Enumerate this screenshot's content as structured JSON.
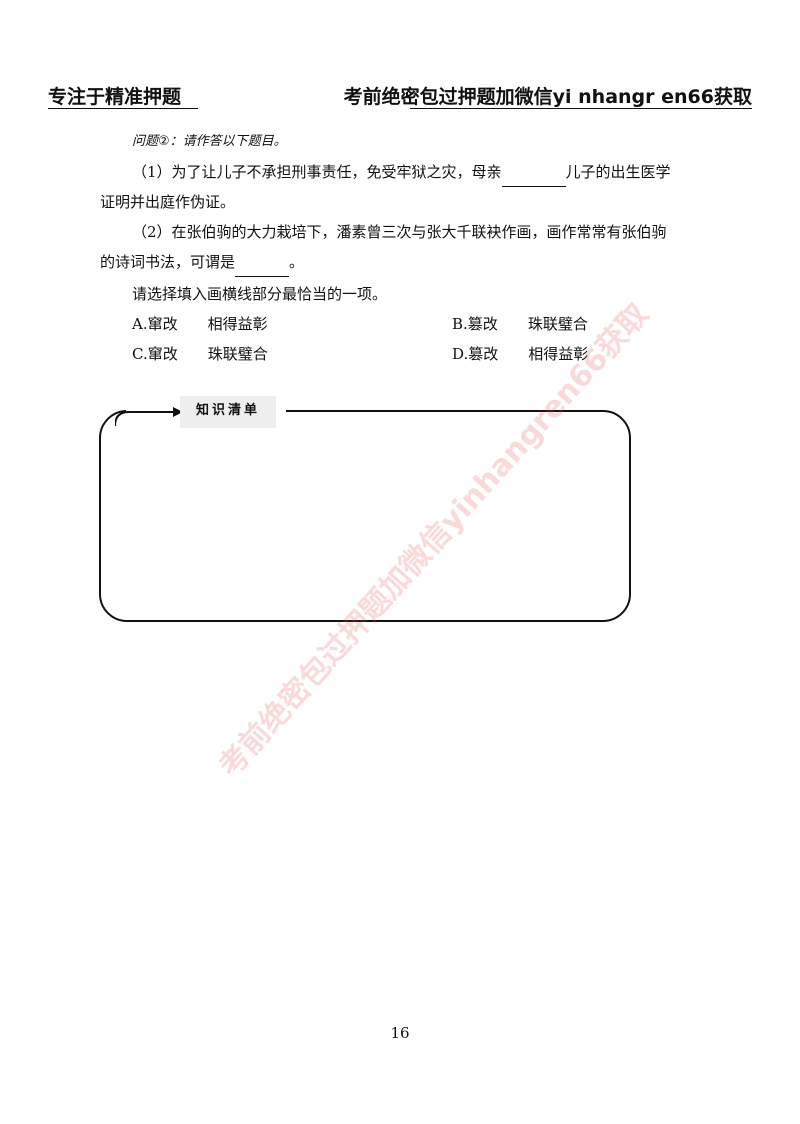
{
  "header": {
    "left": "专注于精准押题",
    "right": "考前绝密包过押题加微信yi nhangr en66获取"
  },
  "question": {
    "prompt": "问题②：请作答以下题目。",
    "item1_a": "（1）为了让儿子不承担刑事责任，免受牢狱之灾，母亲",
    "item1_b": "儿子的出生医学",
    "item1_c": "证明并出庭作伪证。",
    "item2_a": "（2）在张伯驹的大力栽培下，潘素曾三次与张大千联袂作画，画作常常有张伯驹",
    "item2_b": "的诗词书法，可谓是",
    "item2_c": "。",
    "instruction": "请选择填入画横线部分最恰当的一项。",
    "options": [
      {
        "label": "A.",
        "w1": "窜改",
        "w2": "相得益彰"
      },
      {
        "label": "B.",
        "w1": "篡改",
        "w2": "珠联璧合"
      },
      {
        "label": "C.",
        "w1": "窜改",
        "w2": "珠联璧合"
      },
      {
        "label": "D.",
        "w1": "篡改",
        "w2": "相得益彰"
      }
    ]
  },
  "knowledge_box": {
    "title": "知识清单"
  },
  "watermark": "考前绝密包过押题加微信yinhangren66获取",
  "page_number": "16"
}
